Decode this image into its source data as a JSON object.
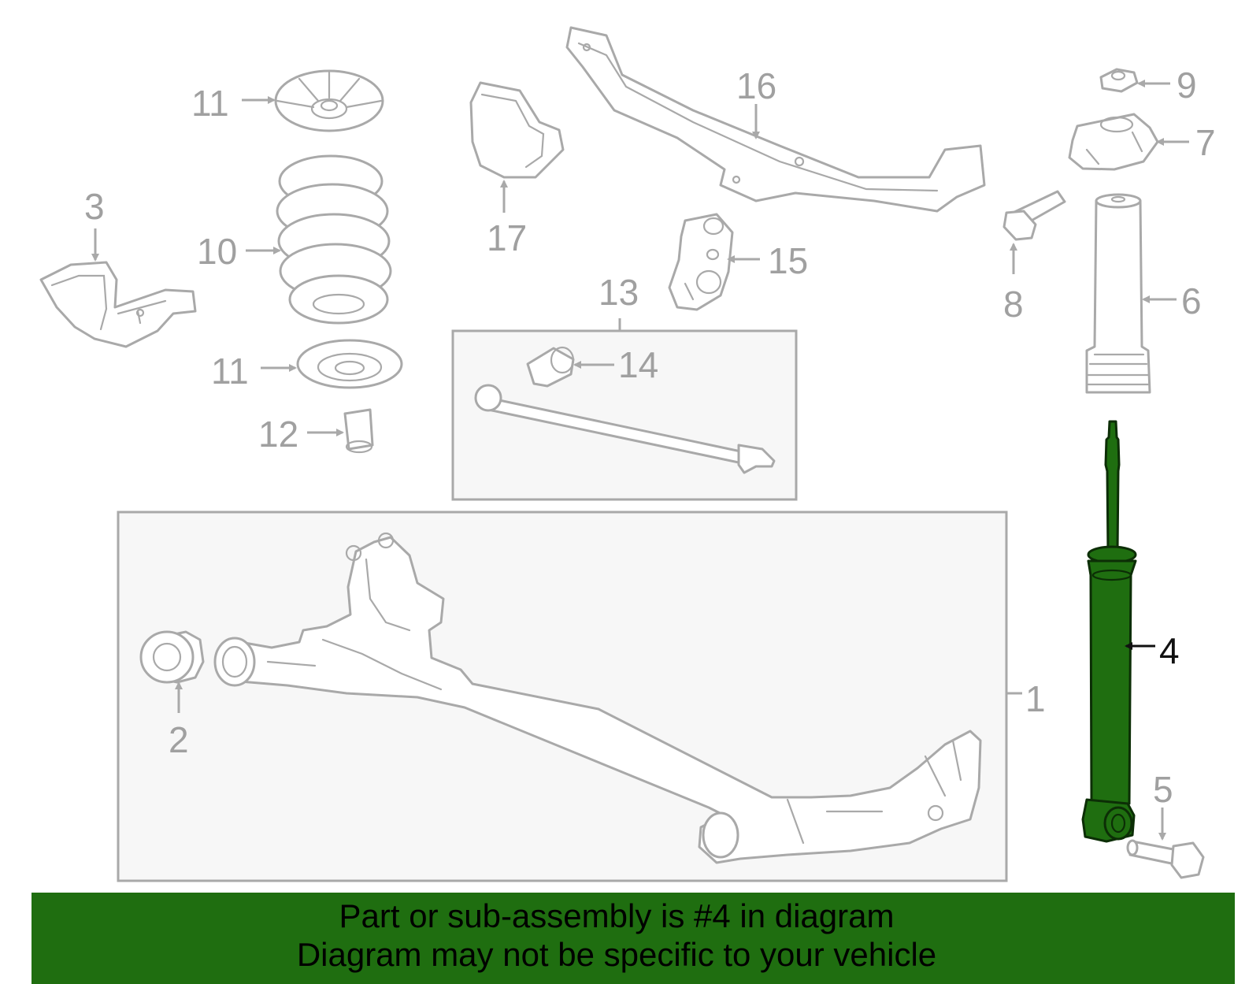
{
  "diagram": {
    "labels": {
      "l1": "1",
      "l2": "2",
      "l3": "3",
      "l4": "4",
      "l5": "5",
      "l6": "6",
      "l7": "7",
      "l8": "8",
      "l9": "9",
      "l10": "10",
      "l11a": "11",
      "l11b": "11",
      "l12": "12",
      "l13": "13",
      "l14": "14",
      "l15": "15",
      "l16": "16",
      "l17": "17"
    },
    "highlighted_part": "4",
    "colors": {
      "highlight": "#1f6e10",
      "outline": "#a9a9a9",
      "label_highlight": "#111111"
    }
  },
  "banner": {
    "line1": "Part or sub-assembly is #4 in diagram",
    "line2": "Diagram may not be specific to your vehicle"
  }
}
